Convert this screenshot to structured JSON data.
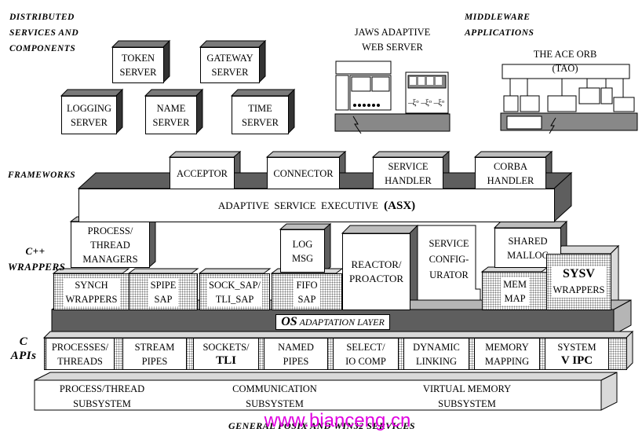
{
  "side_labels": {
    "distributed": "DISTRIBUTED\nSERVICES AND\nCOMPONENTS",
    "middleware": "MIDDLEWARE\nAPPLICATIONS",
    "frameworks": "FRAMEWORKS",
    "cpp_wrappers": "C++\nWRAPPERS",
    "c_apis": "C\nAPIs"
  },
  "services": [
    "TOKEN\nSERVER",
    "GATEWAY\nSERVER",
    "LOGGING\nSERVER",
    "NAME\nSERVER",
    "TIME\nSERVER"
  ],
  "jaws_title": "JAWS  ADAPTIVE\nWEB  SERVER",
  "tao_title": "THE  ACE  ORB\n(TAO)",
  "frameworks": [
    "ACCEPTOR",
    "CONNECTOR",
    "SERVICE\nHANDLER",
    "CORBA\nHANDLER"
  ],
  "asx": {
    "prefix": "ADAPTIVE  SERVICE  EXECUTIVE ",
    "abbr": "(ASX)"
  },
  "process_thread_managers": "PROCESS/\nTHREAD\nMANAGERS",
  "log_msg": "LOG\nMSG",
  "reactor": "REACTOR/\nPROACTOR",
  "service_configurator": "SERVICE\nCONFIG-\nURATOR",
  "shared_malloc": "SHARED\nMALLOC",
  "wrappers": [
    "SYNCH\nWRAPPERS",
    "SPIPE\nSAP",
    "SOCK_SAP/\nTLI_SAP",
    "FIFO\nSAP"
  ],
  "mem_map": "MEM\nMAP",
  "sysv": {
    "big": "SYSV",
    "small": "WRAPPERS"
  },
  "os_layer": {
    "os": "OS",
    "rest": " ADAPTATION LAYER"
  },
  "c_apis": [
    "PROCESSES/\nTHREADS",
    "STREAM\nPIPES",
    "SOCKETS/",
    "NAMED\nPIPES",
    "SELECT/\nIO  COMP",
    "DYNAMIC\nLINKING",
    "MEMORY\nMAPPING",
    "SYSTEM"
  ],
  "c_api_big": {
    "tli": "TLI",
    "vipc": "V  IPC"
  },
  "subsystems": [
    "PROCESS/THREAD\nSUBSYSTEM",
    "COMMUNICATION\nSUBSYSTEM",
    "VIRTUAL  MEMORY\nSUBSYSTEM"
  ],
  "footer": "GENERAL  POSIX  AND  WIN32  SERVICES",
  "watermark": "www.bianceng.cn",
  "colors": {
    "dark": "#5e5e5e",
    "mid": "#b5b5b5",
    "light": "#d9d9d9",
    "watermark": "#e000e0"
  }
}
